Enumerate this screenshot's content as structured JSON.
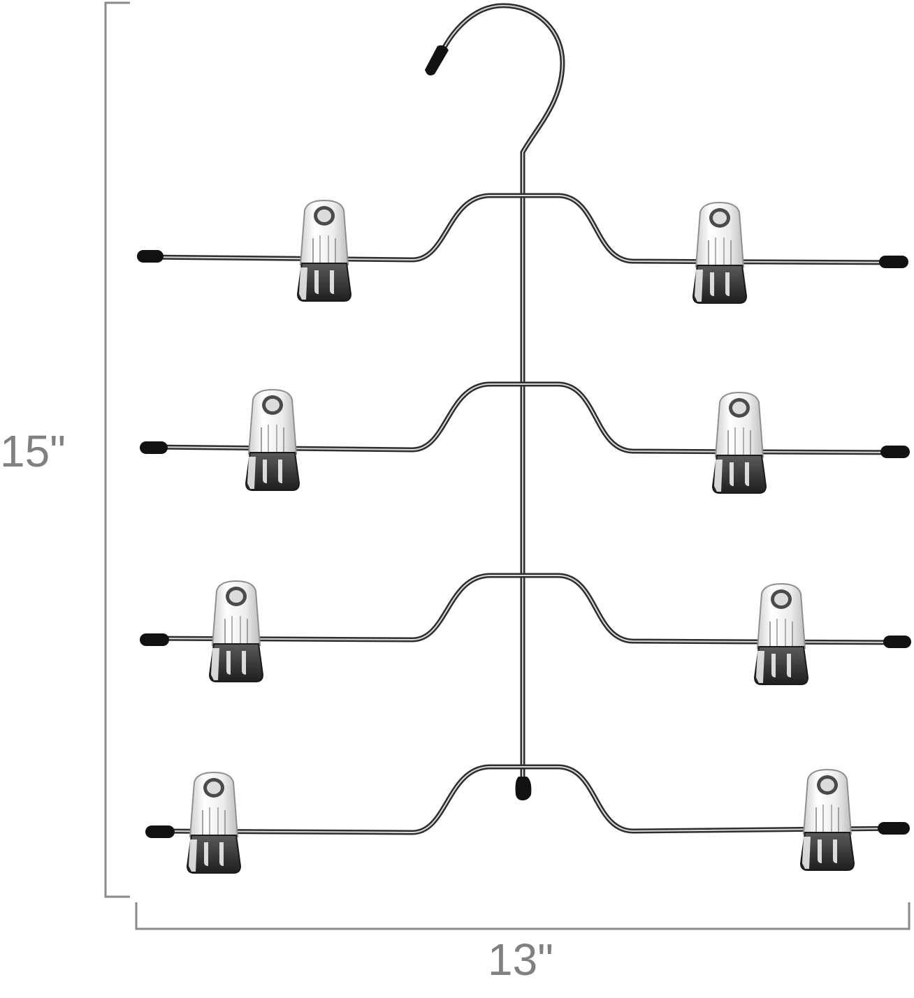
{
  "dimensions": {
    "height_label": "15\"",
    "width_label": "13\""
  },
  "product": {
    "tiers": 4,
    "clips_per_tier": 2
  },
  "colors": {
    "dimension_line": "#8a8a8a",
    "wire": "#3a3a3a",
    "clip_body": "#f2f2f2",
    "clip_pad": "#3b3b3b",
    "rubber_tip": "#111111"
  }
}
